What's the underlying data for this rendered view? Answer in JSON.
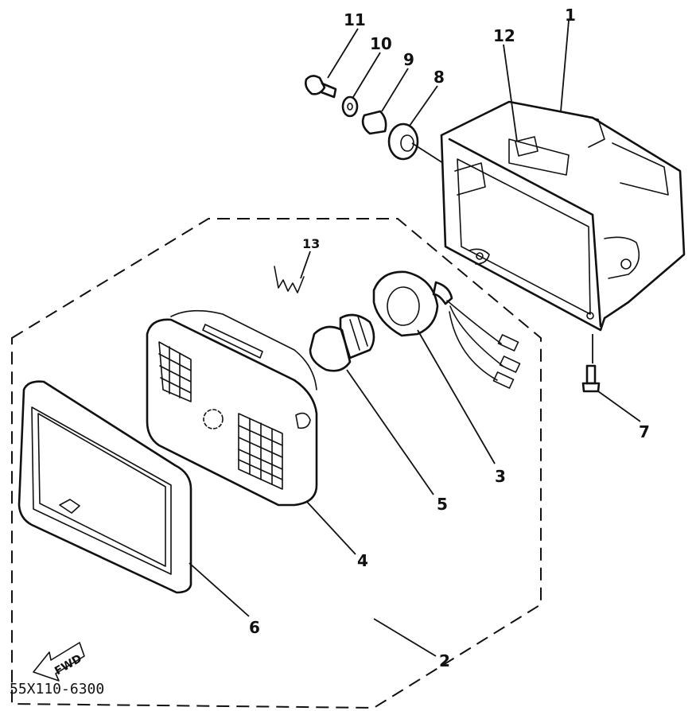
{
  "diagram_code": "55X110-6300",
  "fwd_label": "FWD",
  "callouts": {
    "c1": "1",
    "c2": "2",
    "c3": "3",
    "c4": "4",
    "c5": "5",
    "c6": "6",
    "c7": "7",
    "c8": "8",
    "c9": "9",
    "c10": "10",
    "c11": "11",
    "c12": "12",
    "c13": "13"
  }
}
